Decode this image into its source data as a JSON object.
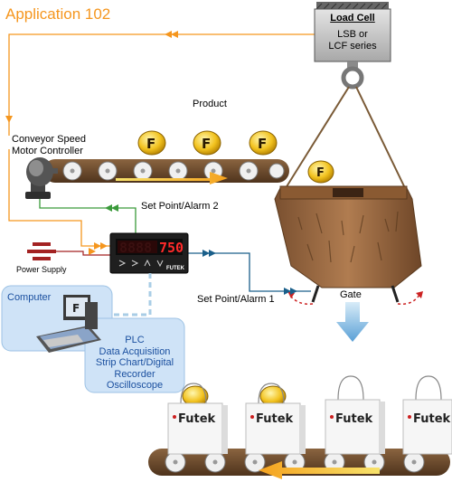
{
  "title": "Application 102",
  "load_cell": {
    "heading": "Load Cell",
    "line1": "LSB or",
    "line2": "LCF series"
  },
  "product_label": "Product",
  "conveyor_label_1": "Conveyor Speed",
  "conveyor_label_2": "Motor Controller",
  "setpoint2_label": "Set Point/Alarm 2",
  "setpoint1_label": "Set Point/Alarm 1",
  "power_supply_label": "Power Supply",
  "gate_label": "Gate",
  "computer_label": "Computer",
  "display": {
    "digits": "750",
    "brand": "FUTEK"
  },
  "systems": [
    "PLC",
    "Data Acquisition",
    "Strip Chart/Digital",
    "Recorder",
    "Oscilloscope"
  ],
  "bag_brand": "Futek",
  "colors": {
    "title": "#f5961e",
    "signal_orange": "#f5961e",
    "alarm2_green": "#3a9a3a",
    "alarm1_blue": "#1a5f8a",
    "belt": "#6b4a2e",
    "bin": "#9a6a42",
    "computer_panel": "#cfe3f7"
  }
}
